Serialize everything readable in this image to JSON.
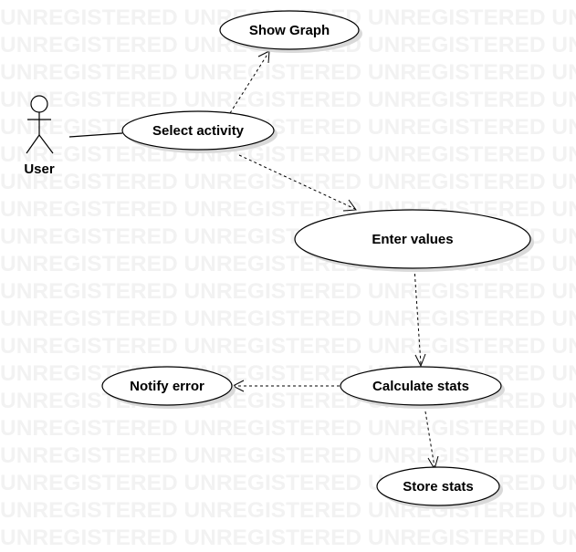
{
  "watermark": {
    "text": "UNREGISTERED"
  },
  "actor": {
    "label": "User"
  },
  "use_cases": {
    "show_graph": "Show Graph",
    "select_activity": "Select activity",
    "enter_values": "Enter values",
    "calculate_stats": "Calculate stats",
    "notify_error": "Notify error",
    "store_stats": "Store stats"
  }
}
